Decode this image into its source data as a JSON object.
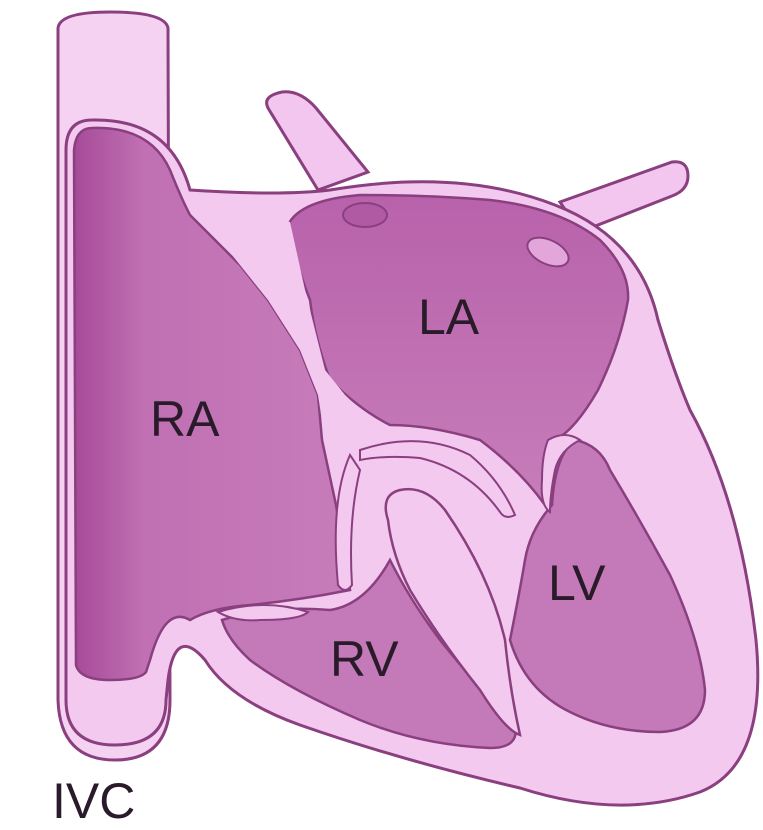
{
  "labels": {
    "ra": "RA",
    "la": "LA",
    "rv": "RV",
    "lv": "LV",
    "ivc": "IVC"
  },
  "colors": {
    "wall_fill": "#f2c6ee",
    "wall_stroke": "#8a3f7f",
    "chamber_fill": "#c87dbb",
    "chamber_dark": "#b15aa4",
    "ventricle_fill": "#c479b8",
    "text": "#2a1b2b"
  }
}
